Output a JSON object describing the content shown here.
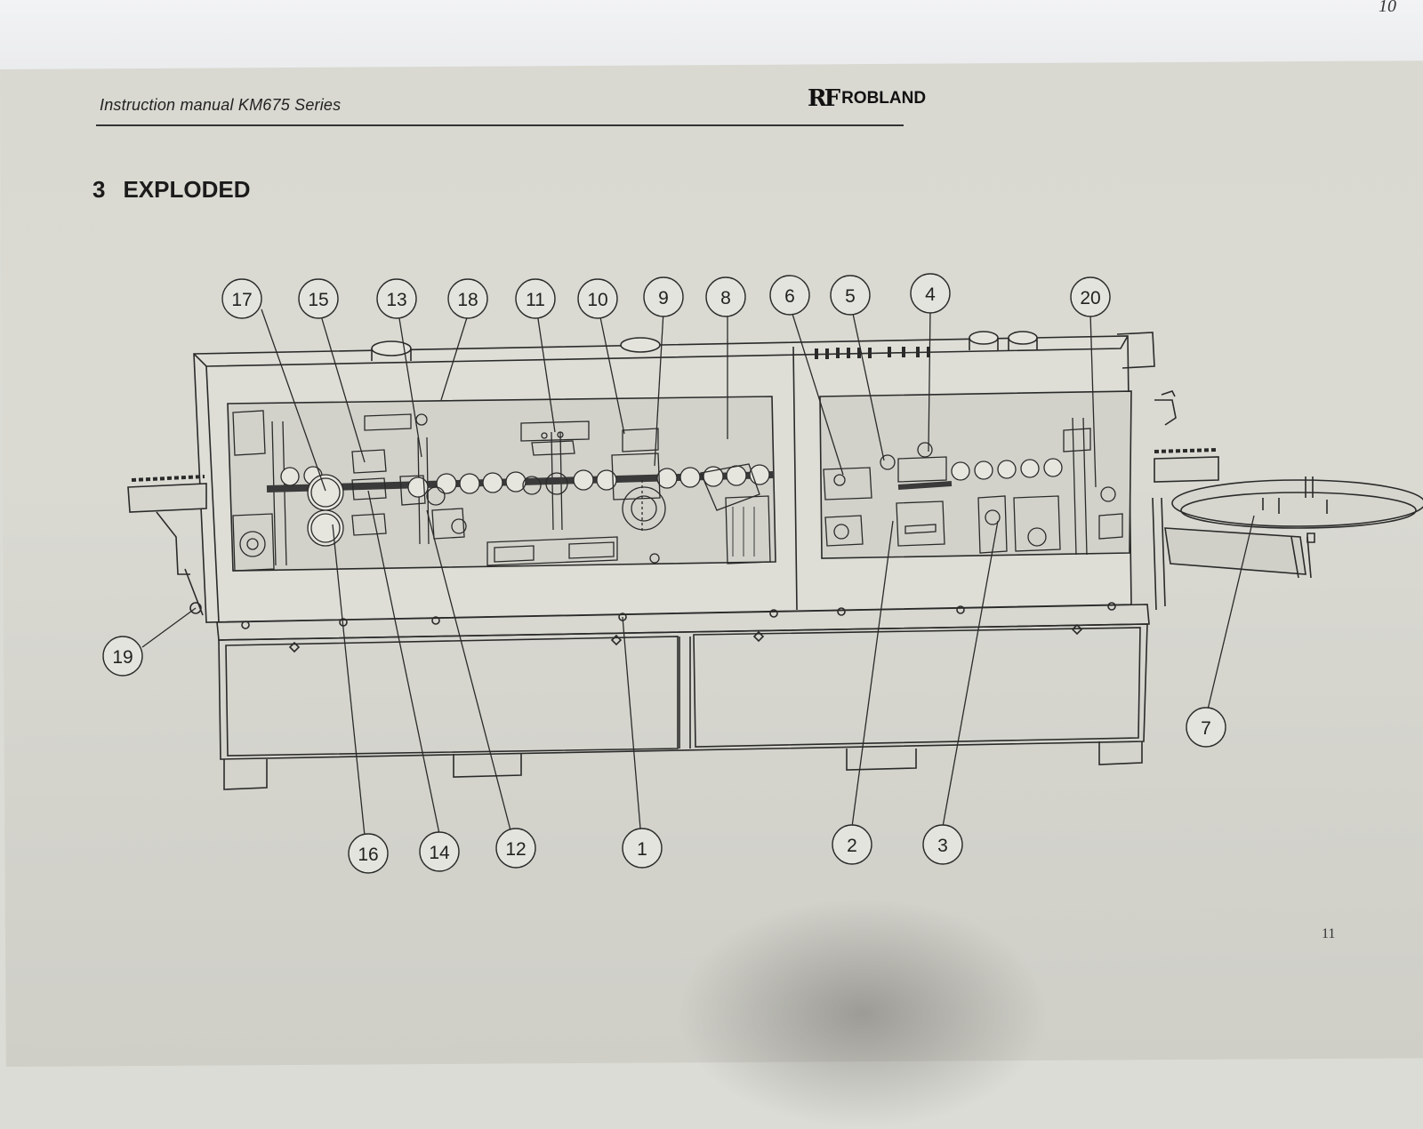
{
  "top_page_number": "10",
  "header": {
    "manual_title": "Instruction manual  KM675 Series",
    "logo_mark": "RF",
    "logo_text": "ROBLAND"
  },
  "section": {
    "number": "3",
    "title": "EXPLODED"
  },
  "callouts": [
    {
      "id": "17"
    },
    {
      "id": "15"
    },
    {
      "id": "13"
    },
    {
      "id": "18"
    },
    {
      "id": "11"
    },
    {
      "id": "10"
    },
    {
      "id": "9"
    },
    {
      "id": "8"
    },
    {
      "id": "6"
    },
    {
      "id": "5"
    },
    {
      "id": "4"
    },
    {
      "id": "20"
    },
    {
      "id": "19"
    },
    {
      "id": "7"
    },
    {
      "id": "16"
    },
    {
      "id": "14"
    },
    {
      "id": "12"
    },
    {
      "id": "1"
    },
    {
      "id": "2"
    },
    {
      "id": "3"
    }
  ],
  "colors": {
    "paper": "#dcdcd6",
    "ink": "#222222"
  },
  "page_number": "11"
}
